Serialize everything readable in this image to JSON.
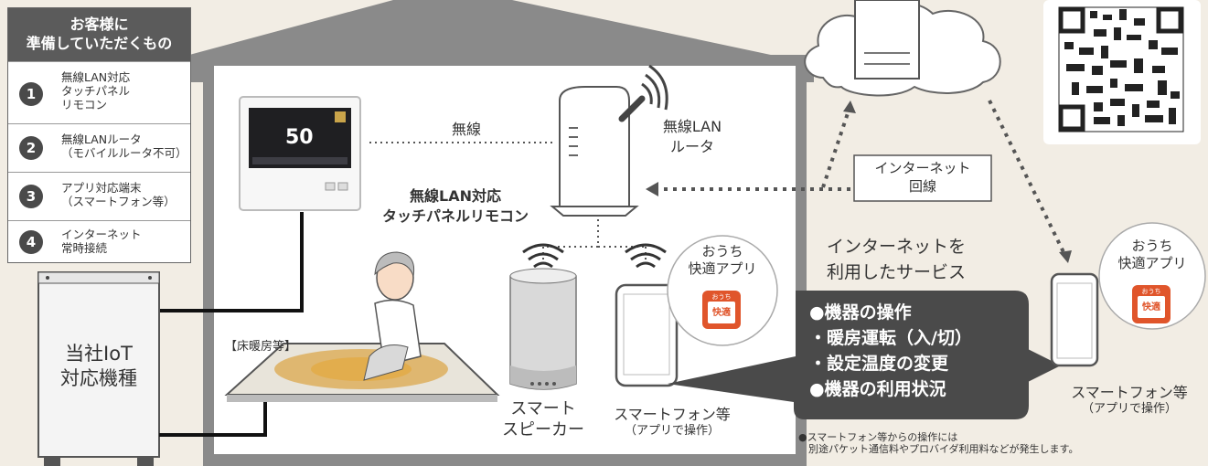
{
  "checklist": {
    "header": "お客様に\n準備していただくもの",
    "items": [
      {
        "num": "1",
        "text": "無線LAN対応\nタッチパネル\nリモコン"
      },
      {
        "num": "2",
        "text": "無線LANルータ\n（モバイルルータ不可）"
      },
      {
        "num": "3",
        "text": "アプリ対応端末\n（スマートフォン等）"
      },
      {
        "num": "4",
        "text": "インターネット\n常時接続"
      }
    ]
  },
  "remote": {
    "display_value": "50",
    "label": "無線LAN対応\nタッチパネルリモコン"
  },
  "wireless_label": "無線",
  "router_label": "無線LAN\nルータ",
  "internet_line_label": "インターネット\n回線",
  "boiler_label": "当社IoT\n対応機種",
  "floor_heating_label": "【床暖房等】",
  "speaker_label": "スマート\nスピーカー",
  "phone_inside_label": "スマートフォン等",
  "phone_inside_sub": "（アプリで操作）",
  "app_badge_label": "おうち\n快適アプリ",
  "app_icon_text": "快適",
  "app_icon_top": "おうち",
  "services_title": "インターネットを\n利用したサービス",
  "services": {
    "line1": "●機器の操作",
    "line2": "・暖房運転（入/切）",
    "line3": "・設定温度の変更",
    "line4": "●機器の利用状況"
  },
  "phone_outside_label": "スマートフォン等",
  "phone_outside_sub": "（アプリで操作）",
  "note": "●スマートフォン等からの操作には\n　別途パケット通信料やプロバイダ利用料などが発生します。",
  "colors": {
    "house": "#8a8a8a",
    "dark": "#4a4a4a",
    "app": "#e0552b",
    "floor_glow": "#d99a2a"
  }
}
